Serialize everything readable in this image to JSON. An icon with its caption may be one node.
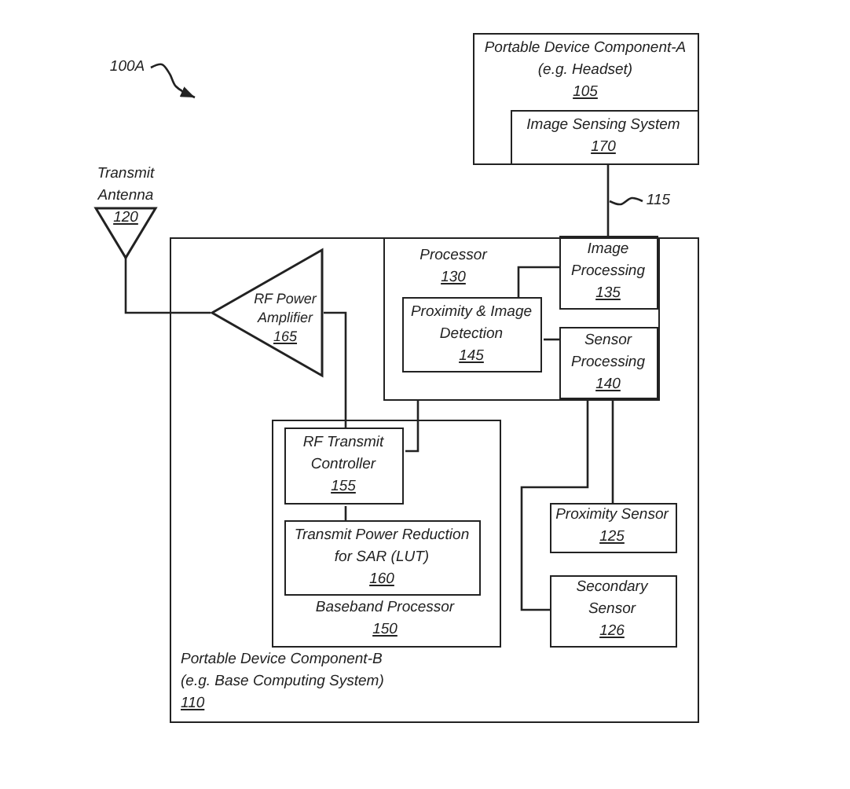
{
  "diagram": {
    "nodes": [
      {
        "text": [
          "Portable Device Component-A",
          "(e.g. Headset)",
          "105"
        ]
      },
      {
        "text": [
          "Image Sensing System",
          "170"
        ],
        "in": 0
      },
      {
        "text": [
          "Transmit Antenna",
          "120"
        ]
      },
      {
        "text": [
          "Portable Device Component-B",
          "(e.g. Base Computing System)",
          "110"
        ]
      },
      {
        "text": [
          "RF Power Amplifier",
          "165"
        ],
        "in": 3
      },
      {
        "text": [
          "Processor",
          "130"
        ],
        "in": 3
      },
      {
        "text": [
          "Image Processing",
          "135"
        ],
        "in": 5
      },
      {
        "text": [
          "Proximity & Image Detection",
          "145"
        ],
        "in": 5
      },
      {
        "text": [
          "Sensor Processing",
          "140"
        ],
        "in": 5
      },
      {
        "text": [
          "Baseband Processor",
          "150"
        ],
        "in": 3
      },
      {
        "text": [
          "RF Transmit Controller",
          "155"
        ],
        "in": 9
      },
      {
        "text": [
          "Transmit Power Reduction for SAR (LUT)",
          "160"
        ],
        "in": 9
      },
      {
        "text": [
          "Proximity Sensor",
          "125"
        ],
        "in": 3
      },
      {
        "text": [
          "Secondary Sensor",
          "126"
        ],
        "in": 3
      },
      {
        "text": [
          "100A"
        ]
      },
      {
        "text": [
          "115"
        ]
      }
    ],
    "edges": [
      {
        "from": 1,
        "to": 6,
        "arrow": "none"
      },
      {
        "from": 2,
        "to": 4,
        "arrow": "none"
      },
      {
        "from": 4,
        "to": 10,
        "arrow": "none"
      },
      {
        "from": 7,
        "to": 6,
        "arrow": "none"
      },
      {
        "from": 7,
        "to": 8,
        "arrow": "none"
      },
      {
        "from": 5,
        "to": 10,
        "arrow": "none"
      },
      {
        "from": 10,
        "to": 11,
        "arrow": "none"
      },
      {
        "from": 8,
        "to": 12,
        "arrow": "none"
      },
      {
        "from": 8,
        "to": 13,
        "arrow": "none"
      },
      {
        "from": 14,
        "to": null,
        "arrow": "to"
      },
      {
        "from": 15,
        "to": null,
        "arrow": "none"
      }
    ]
  }
}
